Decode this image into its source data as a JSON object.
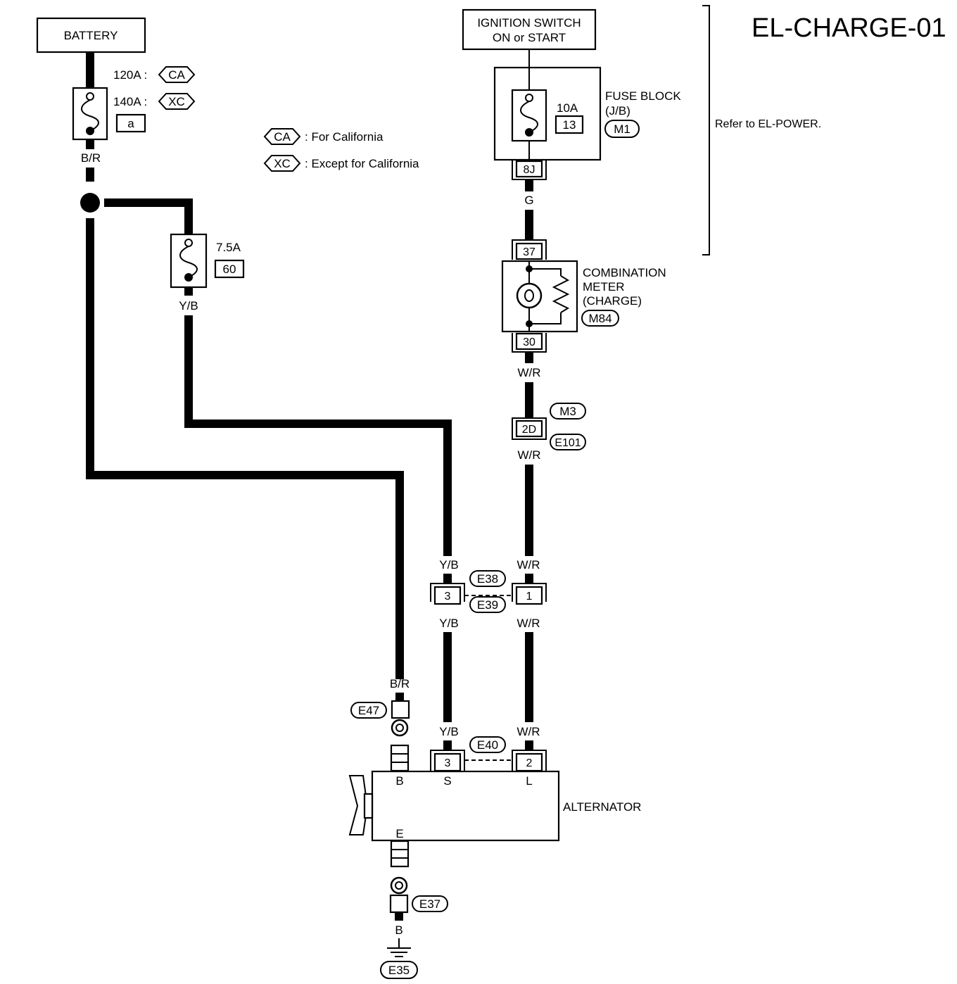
{
  "title": "EL-CHARGE-01",
  "battery": {
    "label": "BATTERY"
  },
  "fusible_link": {
    "rating_ca": "120A :",
    "rating_xc": "140A :",
    "code_ca": "CA",
    "code_xc": "XC",
    "id": "a"
  },
  "legend": [
    {
      "code": "CA",
      "text": ": For California"
    },
    {
      "code": "XC",
      "text": ": Except for California"
    }
  ],
  "ignition": {
    "line1": "IGNITION SWITCH",
    "line2": "ON or START"
  },
  "fuse_block": {
    "label1": "FUSE BLOCK",
    "label2": "(J/B)",
    "fuse_rating": "10A",
    "fuse_no": "13",
    "connector": "M1",
    "terminal": "8J"
  },
  "refer": "Refer to EL-POWER.",
  "fuse_60": {
    "rating": "7.5A",
    "no": "60"
  },
  "meter": {
    "label1": "COMBINATION",
    "label2": "METER",
    "label3": "(CHARGE)",
    "connector": "M84",
    "term_in": "37",
    "term_out": "30"
  },
  "wires": {
    "br_top": "B/R",
    "yb_fuse": "Y/B",
    "g": "G",
    "wr_meter": "W/R",
    "wr_2d": "W/R",
    "yb_e38_top": "Y/B",
    "wr_e38_top": "W/R",
    "yb_e38_bot": "Y/B",
    "wr_e38_bot": "W/R",
    "br_e47": "B/R",
    "yb_e40": "Y/B",
    "wr_e40": "W/R",
    "b_ground": "B"
  },
  "connectors": {
    "m3": "M3",
    "e101": "E101",
    "term_2d": "2D",
    "e38": "E38",
    "e39": "E39",
    "term_3_e38": "3",
    "term_1_e38": "1",
    "e40": "E40",
    "term_3_e40": "3",
    "term_2_e40": "2",
    "e47": "E47",
    "e37": "E37",
    "e35": "E35"
  },
  "alternator": {
    "label": "ALTERNATOR",
    "term_b": "B",
    "term_s": "S",
    "term_l": "L",
    "term_e": "E"
  }
}
